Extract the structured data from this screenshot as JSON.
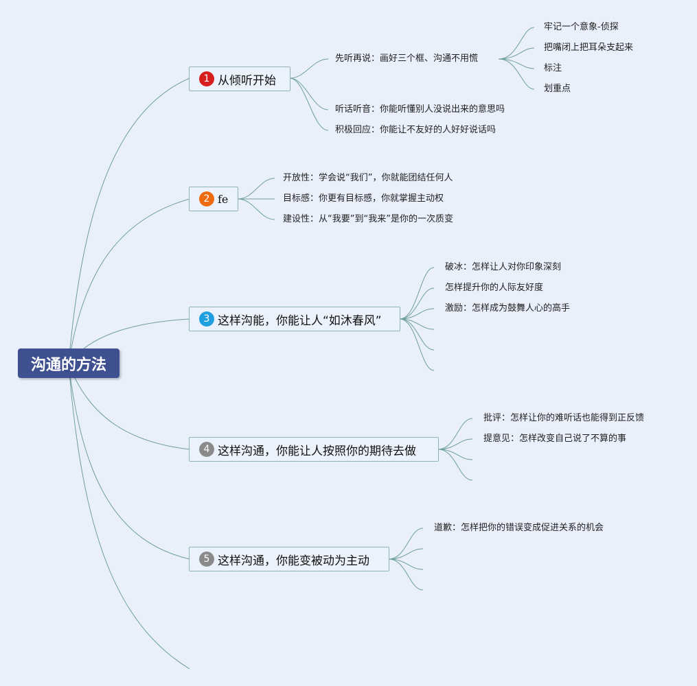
{
  "root": {
    "label": "沟通的方法"
  },
  "topics": [
    {
      "number": "1",
      "label": "从倾听开始",
      "badge_color": "#d71f1f"
    },
    {
      "number": "2",
      "label": "fe",
      "badge_color": "#ef6b12"
    },
    {
      "number": "3",
      "label": "这样沟能，你能让人“如沐春风”",
      "badge_color": "#1f9fe0"
    },
    {
      "number": "4",
      "label": "这样沟通，你能让人按照你的期待去做",
      "badge_color": "#8a8a8a"
    },
    {
      "number": "5",
      "label": "这样沟通，你能变被动为主动",
      "badge_color": "#8a8a8a"
    }
  ],
  "subtopics": {
    "t1": [
      "先听再说：画好三个框、沟通不用慌",
      "听话听音：你能听懂别人没说出来的意思吗",
      "积极回应：你能让不友好的人好好说话吗"
    ],
    "t1_1": [
      "牢记一个意象-侦探",
      "把嘴闭上把耳朵支起来",
      "标注",
      "划重点"
    ],
    "t2": [
      "开放性：学会说“我们”，你就能团结任何人",
      "目标感：你更有目标感，你就掌握主动权",
      "建设性：从“我要”到“我来”是你的一次质变"
    ],
    "t3": [
      "破冰：怎样让人对你印象深刻",
      "怎样提升你的人际友好度",
      "激励：怎样成为鼓舞人心的高手"
    ],
    "t4": [
      "批评：怎样让你的难听话也能得到正反馈",
      "提意见：怎样改变自己说了不算的事"
    ],
    "t5": [
      "道歉：怎样把你的错误变成促进关系的机会"
    ]
  },
  "colors": {
    "background": "#e9effb",
    "root_fill": "#3e5090",
    "connector": "#6e9e9c",
    "topic_border": "#8fb3b3"
  }
}
